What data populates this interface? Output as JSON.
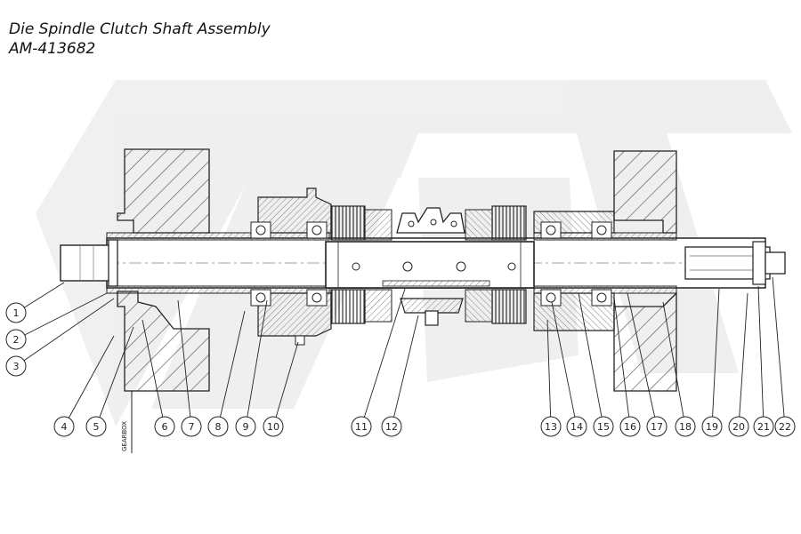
{
  "header": {
    "title": "Die Spindle Clutch Shaft Assembly",
    "part_number": "AM-413682"
  },
  "drawing_note": "GEARBOX",
  "callouts": [
    "1",
    "2",
    "3",
    "4",
    "5",
    "6",
    "7",
    "8",
    "9",
    "10",
    "11",
    "12",
    "13",
    "14",
    "15",
    "16",
    "17",
    "18",
    "19",
    "20",
    "21",
    "22"
  ],
  "watermark": "ZEM"
}
